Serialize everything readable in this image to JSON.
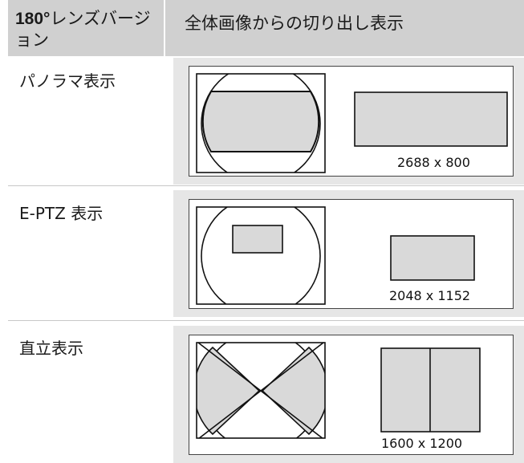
{
  "header": {
    "col1_bold": "180°",
    "col1_rest": "レンズバージョン",
    "col2": "全体画像からの切り出し表示"
  },
  "rows": [
    {
      "label": "パノラマ表示",
      "resolution": "2688 x 800"
    },
    {
      "label": "E-PTZ 表示",
      "resolution": "2048 x 1152"
    },
    {
      "label": "直立表示",
      "resolution": "1600 x 1200"
    }
  ],
  "colors": {
    "header_bg": "#d0d0d0",
    "lane_bg": "#e6e6e6",
    "shape_fill": "#d9d9d9",
    "stroke": "#111111"
  }
}
